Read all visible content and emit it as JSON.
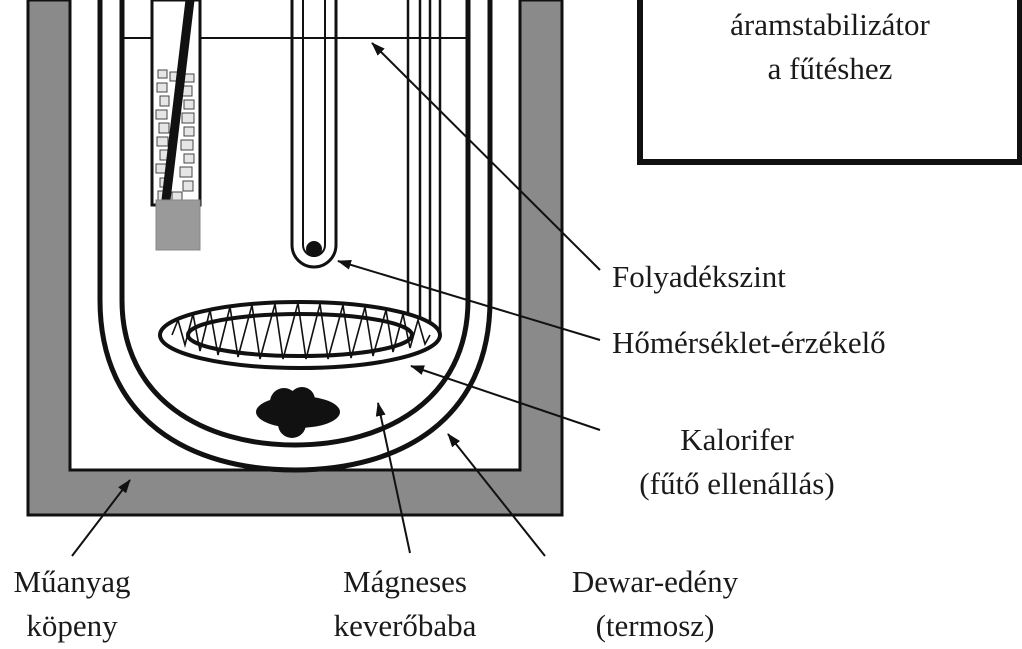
{
  "power_supply_box": {
    "lines": [
      "áramstabilizátor",
      "a fűtéshez"
    ]
  },
  "labels": {
    "liquid_level": "Folyadékszint",
    "temp_sensor": "Hőmérséklet-érzékelő",
    "heater_line1": "Kalorifer",
    "heater_line2": "(fűtő ellenállás)",
    "plastic_jacket_line1": "Műanyag",
    "plastic_jacket_line2": "köpeny",
    "stirrer_line1": "Mágneses",
    "stirrer_line2": "keverőbaba",
    "dewar_line1": "Dewar-edény",
    "dewar_line2": "(termosz)"
  },
  "colors": {
    "jacket_fill": "#8a8a8a",
    "ink": "#111111",
    "plug_fill": "#9a9a9a"
  }
}
